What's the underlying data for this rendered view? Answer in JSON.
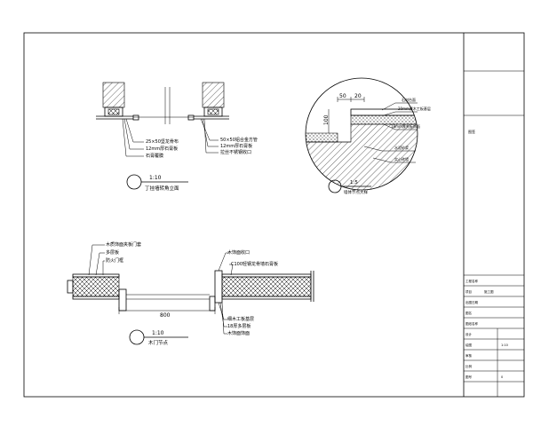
{
  "detail_1": {
    "scale": "1:10",
    "title": "丁挂墙转角立面",
    "labels": [
      "25×50坚龙骨布",
      "12mm厚石膏板",
      "石膏覆膜"
    ],
    "labels_right": [
      "50×50铝合金方管",
      "12mm厚石膏板",
      "拉丝不锈钢收口"
    ]
  },
  "detail_2": {
    "scale": "1:5",
    "title": "墙体节点大样",
    "dims": [
      "50",
      "20",
      "100"
    ],
    "labels": [
      "石材台面",
      "20mm厚木工板基层",
      "18mm厚夹板饰面",
      "水泥砂浆",
      "实心砖墙"
    ]
  },
  "detail_3": {
    "scale": "1:10",
    "title": "木门节点",
    "dim": "800",
    "labels_top_left": [
      "木质饰面夹板门套",
      "多层板",
      "防火门框"
    ],
    "labels_top_right": [
      "木饰面收口",
      "C100轻钢龙骨墙石膏板"
    ],
    "labels_bottom": [
      "细木工板基层",
      "18厚多层板",
      "木饰面饰面"
    ]
  },
  "title_block": {
    "rows": [
      "工程名称",
      "项目",
      "出图日期",
      "图名",
      "图纸名称",
      "设计",
      "绘图",
      "审核",
      "比例",
      "图号"
    ],
    "small_text": [
      "施工图",
      "1:10",
      "0"
    ],
    "logo_note": "图签"
  }
}
